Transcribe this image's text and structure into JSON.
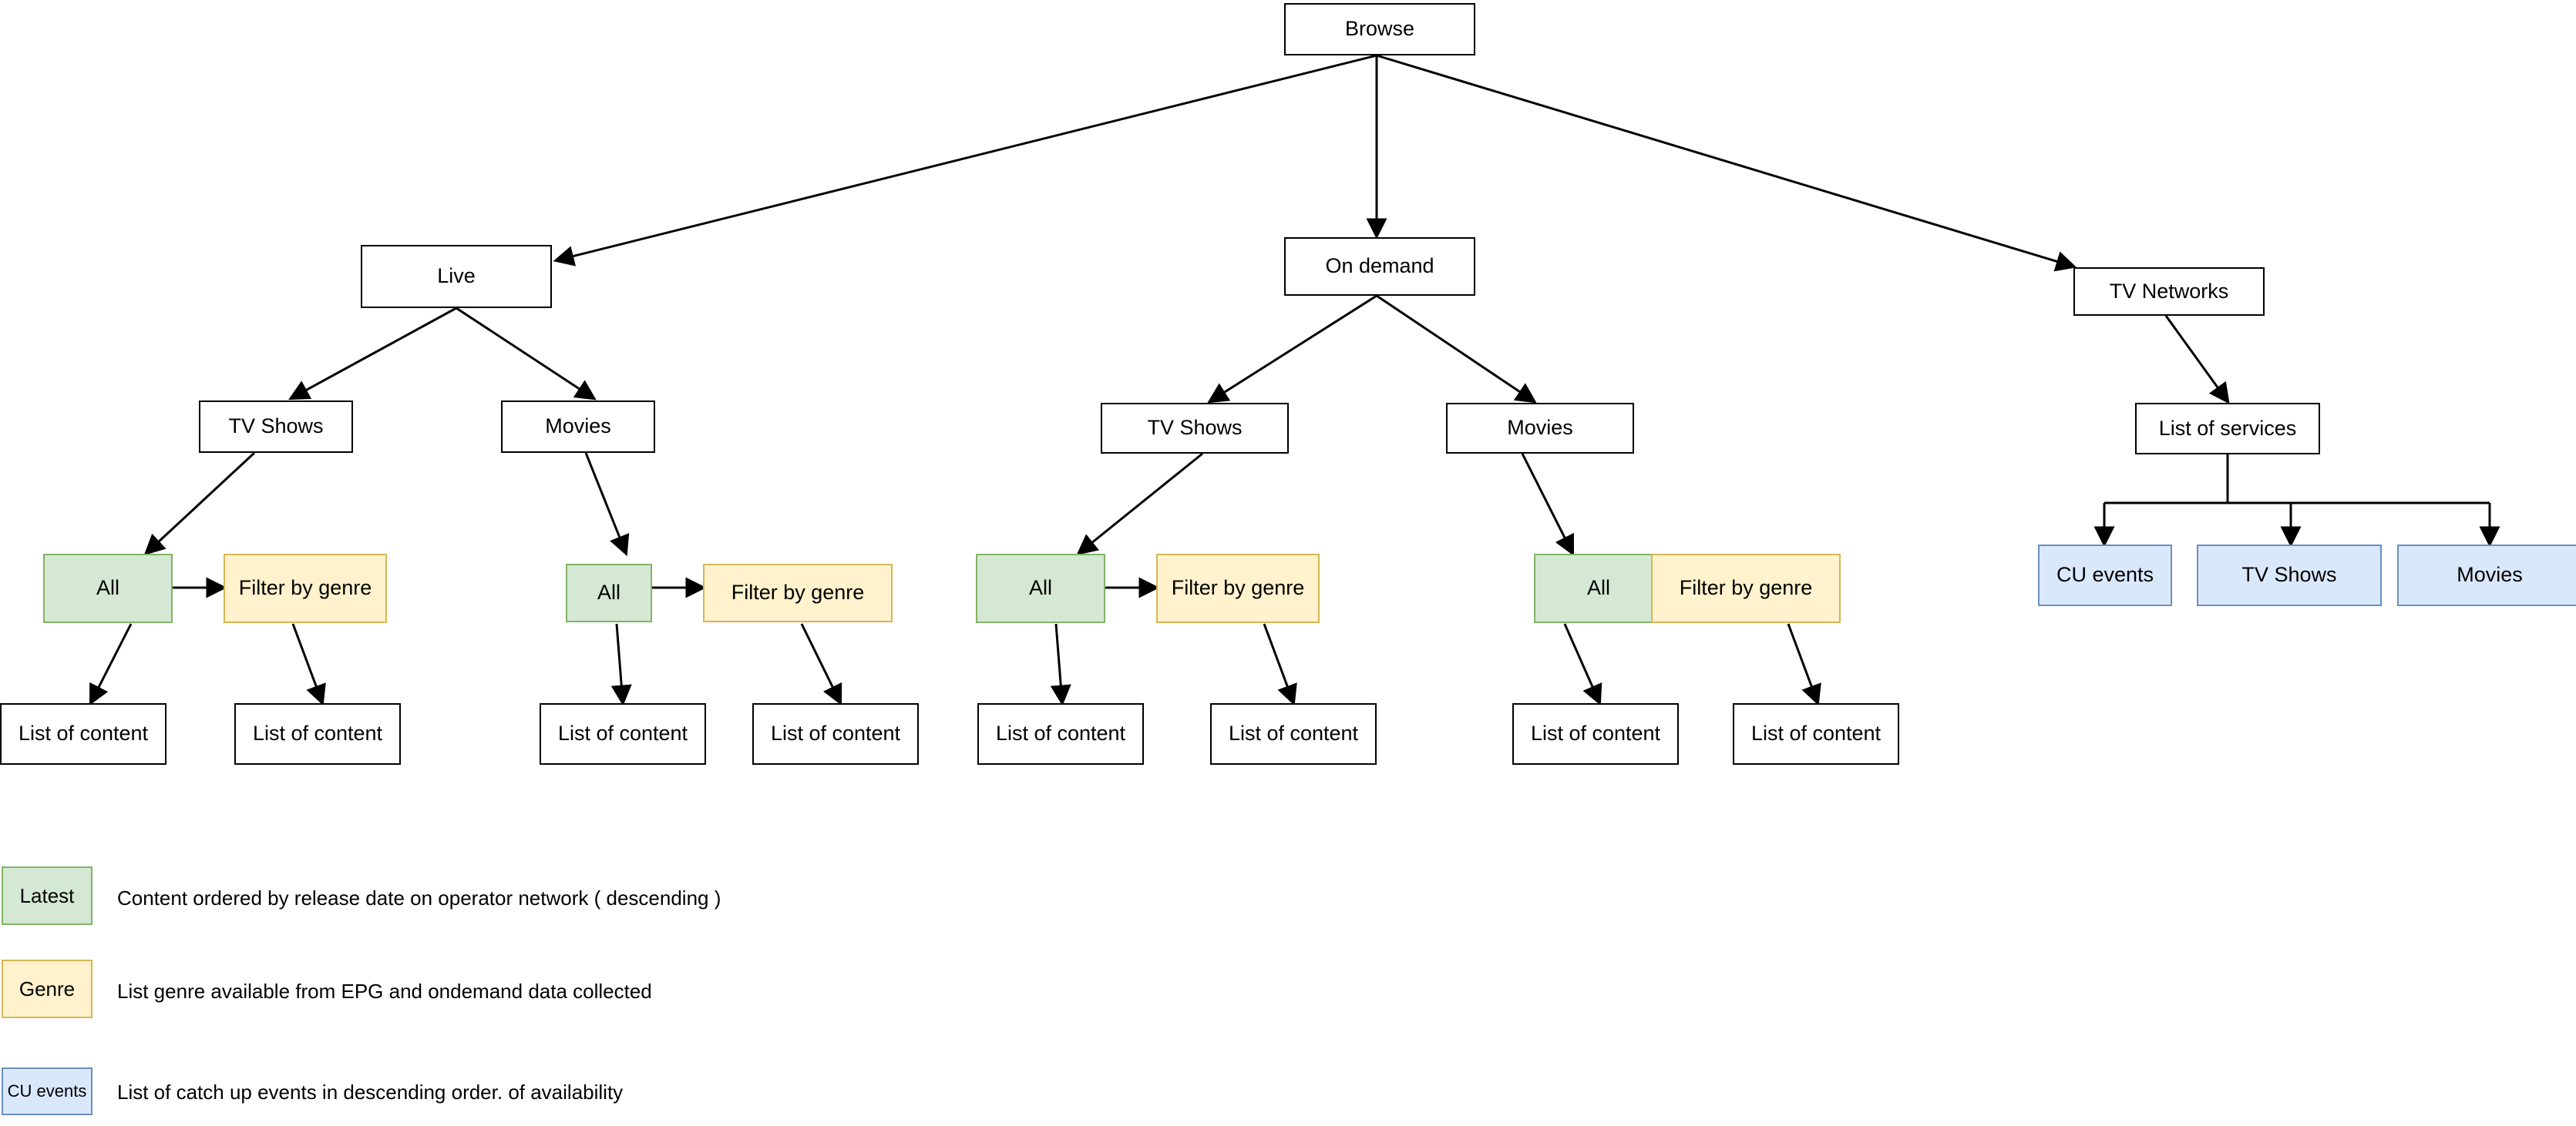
{
  "diagram": {
    "title": "Browse navigation structure",
    "colors": {
      "green_fill": "#d5e8d4",
      "green_border": "#82b366",
      "yellow_fill": "#fff2cc",
      "yellow_border": "#d6b656",
      "blue_fill": "#dae8fc",
      "blue_border": "#6c8ebf",
      "plain_fill": "#ffffff",
      "plain_border": "#000000",
      "edge": "#000000",
      "background": "#ffffff"
    },
    "nodes": {
      "root": {
        "label": "Browse"
      },
      "live": {
        "label": "Live"
      },
      "ondemand": {
        "label": "On demand"
      },
      "tvnetworks": {
        "label": "TV Networks"
      },
      "live_tvshows": {
        "label": "TV Shows"
      },
      "live_movies": {
        "label": "Movies"
      },
      "od_tvshows": {
        "label": "TV Shows"
      },
      "od_movies": {
        "label": "Movies"
      },
      "list_of_services": {
        "label": "List of services"
      },
      "all_1": {
        "label": "All"
      },
      "genre_1": {
        "label": "Filter by genre"
      },
      "all_2": {
        "label": "All"
      },
      "genre_2": {
        "label": "Filter by genre"
      },
      "all_3": {
        "label": "All"
      },
      "genre_3": {
        "label": "Filter by genre"
      },
      "all_4": {
        "label": "All"
      },
      "genre_4": {
        "label": "Filter by genre"
      },
      "content_1": {
        "label": "List of content"
      },
      "content_2": {
        "label": "List of content"
      },
      "content_3": {
        "label": "List of content"
      },
      "content_4": {
        "label": "List of content"
      },
      "content_5": {
        "label": "List of content"
      },
      "content_6": {
        "label": "List of content"
      },
      "content_7": {
        "label": "List of content"
      },
      "content_8": {
        "label": "List of content"
      },
      "svc_cu_events": {
        "label": "CU events"
      },
      "svc_tvshows": {
        "label": "TV Shows"
      },
      "svc_movies": {
        "label": "Movies"
      }
    },
    "legend": {
      "rows": [
        {
          "swatch": "Latest",
          "kind": "green",
          "description": "Content ordered by release date on operator network ( descending )"
        },
        {
          "swatch": "Genre",
          "kind": "yellow",
          "description": "List genre available from EPG and ondemand data collected"
        },
        {
          "swatch": "CU events",
          "kind": "blue",
          "description": "List of catch up events in descending order. of availability"
        }
      ]
    }
  }
}
